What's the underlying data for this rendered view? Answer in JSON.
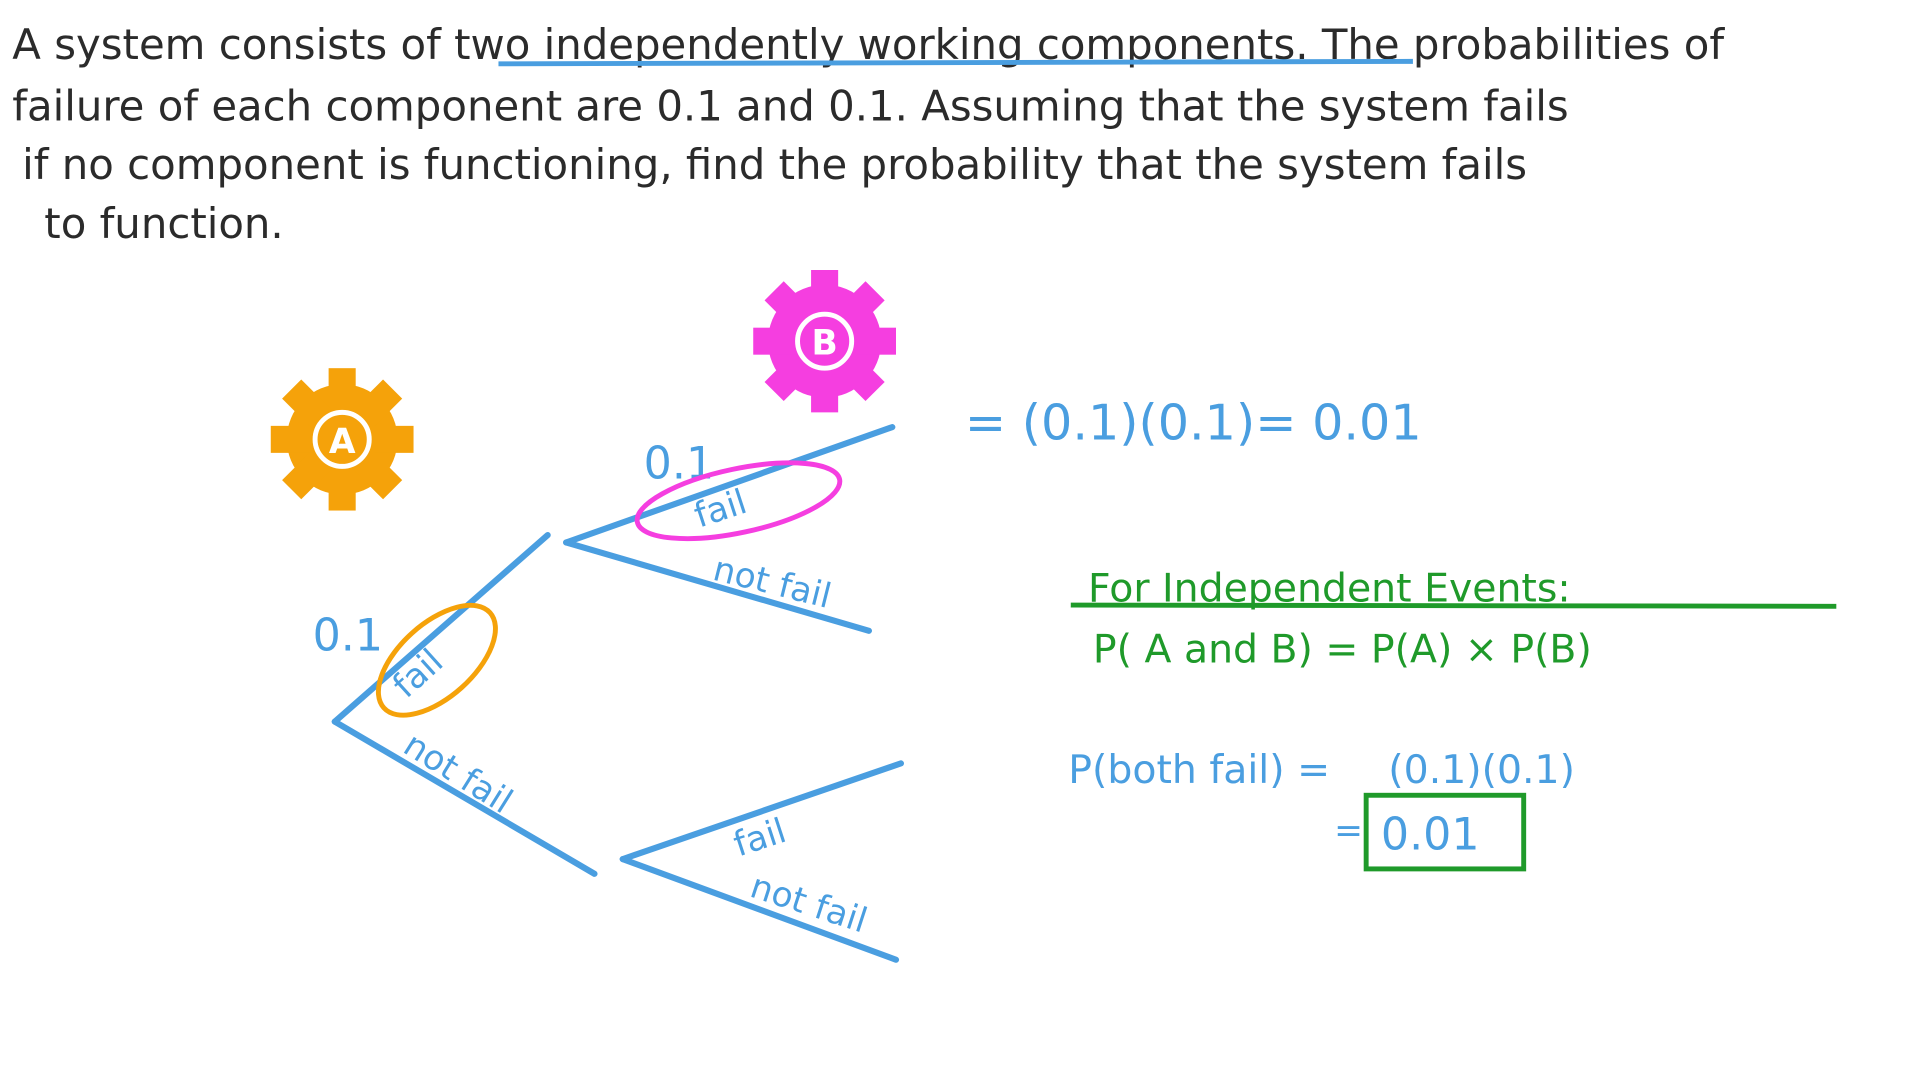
{
  "question": {
    "lines": [
      "A system consists of two independently working components. The probabilities of",
      "failure of each component are 0.1 and 0.1. Assuming that the system fails",
      "if no component is functioning, find the probability that the system fails",
      "to function."
    ]
  },
  "gears": {
    "a_label": "A",
    "b_label": "B",
    "a_color": "#f5a20a",
    "b_color": "#f53ee0"
  },
  "tree": {
    "a_prob": "0.1",
    "a_fail": "fail",
    "a_not_fail": "not fail",
    "b_prob": "0.1",
    "b_fail": "fail",
    "b_not_fail": "not fail",
    "c_fail": "fail",
    "c_not_fail": "not fail"
  },
  "result_line": "= (0.1)(0.1)= 0.01",
  "rule": {
    "title": "For Independent Events:",
    "formula": "P( A and B) = P(A) × P(B)"
  },
  "calc": {
    "lhs": "P(both fail) =",
    "rhs": "(0.1)(0.1)",
    "eq": "=",
    "answer": "0.01"
  },
  "colors": {
    "blue": "#4a9ee0",
    "green": "#1f9a2a",
    "text": "#2b2b2b"
  }
}
